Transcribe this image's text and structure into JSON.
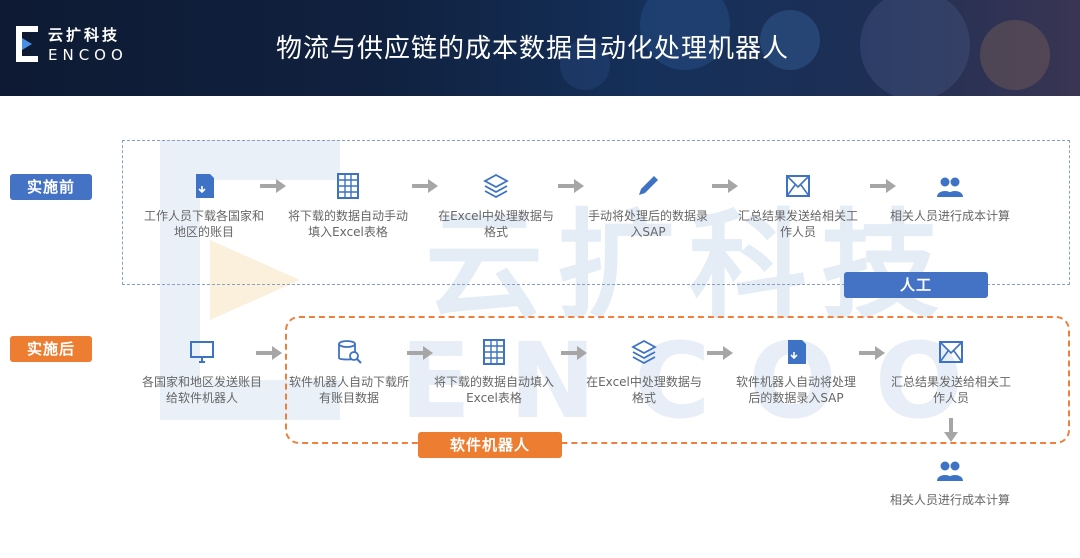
{
  "header": {
    "logo_cn": "云扩科技",
    "logo_en": "ENCOO",
    "title": "物流与供应链的成本数据自动化处理机器人"
  },
  "watermark": {
    "cn": "云扩科技",
    "en": "ENCOO"
  },
  "tags": {
    "before": "实施前",
    "after": "实施后",
    "manual": "人工",
    "robot": "软件机器人"
  },
  "before_steps": [
    {
      "label": "工作人员下载各国家和地区的账目",
      "icon": "document-download-icon"
    },
    {
      "label": "将下载的数据自动手动填入Excel表格",
      "icon": "spreadsheet-icon"
    },
    {
      "label": "在Excel中处理数据与格式",
      "icon": "layers-icon"
    },
    {
      "label": "手动将处理后的数据录入SAP",
      "icon": "pencil-icon"
    },
    {
      "label": "汇总结果发送给相关工作人员",
      "icon": "envelope-icon"
    },
    {
      "label": "相关人员进行成本计算",
      "icon": "people-icon"
    }
  ],
  "after_steps": [
    {
      "label": "各国家和地区发送账目给软件机器人",
      "icon": "monitor-icon"
    },
    {
      "label": "软件机器人自动下载所有账目数据",
      "icon": "database-search-icon"
    },
    {
      "label": "将下载的数据自动填入Excel表格",
      "icon": "spreadsheet-icon"
    },
    {
      "label": "在Excel中处理数据与格式",
      "icon": "layers-icon"
    },
    {
      "label": "软件机器人自动将处理后的数据录入SAP",
      "icon": "document-download-icon"
    },
    {
      "label": "汇总结果发送给相关工作人员",
      "icon": "envelope-icon"
    },
    {
      "label": "相关人员进行成本计算",
      "icon": "people-icon"
    }
  ],
  "colors": {
    "blue": "#4472c4",
    "orange": "#ed7d31",
    "icon": "#4a7cc4",
    "arrow": "#a6a6a6"
  }
}
